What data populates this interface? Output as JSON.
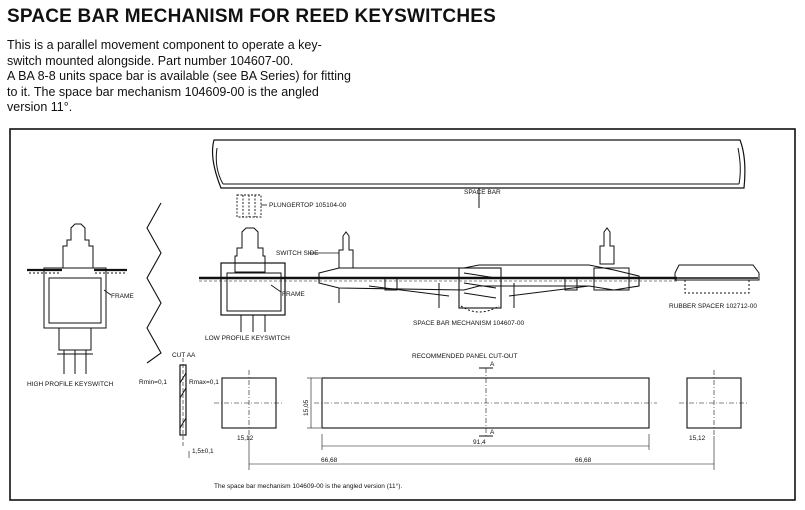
{
  "title": "SPACE BAR MECHANISM FOR REED KEYSWITCHES",
  "intro": {
    "line1": "This is a parallel movement component to operate a key-",
    "line2": "switch mounted alongside. Part number 104607-00.",
    "line3": "A BA 8-8 units space bar is available (see BA Series) for fitting",
    "line4": "to it. The space bar mechanism 104609-00 is the angled",
    "line5": "version 11°."
  },
  "drawing": {
    "space_bar": "SPACE BAR",
    "plungertop": "PLUNGERTOP 105104-00",
    "switch_side": "SWITCH SIDE",
    "frame_left": "FRAME",
    "frame_mid": "FRAME",
    "low_profile": "LOW PROFILE KEYSWITCH",
    "high_profile": "HIGH PROFILE KEYSWITCH",
    "mechanism": "SPACE BAR MECHANISM 104607-00",
    "rubber_spacer": "RUBBER SPACER 102712-00",
    "cut_aa": "CUT AA",
    "rmin": "Rmin=0,1",
    "rmax": "Rmax=0,1",
    "panel_cutout": "RECOMMENDED PANEL CUT-OUT",
    "section_a_top": "A",
    "section_a_bottom": "A",
    "dim_thickness": "1,5±0,1",
    "dim_sq_left": "15,12",
    "dim_height": "15,05",
    "dim_length": "91,4",
    "dim_left_pitch": "66,68",
    "dim_right_pitch": "66,68",
    "dim_sq_right": "15,12",
    "footnote": "The space bar mechanism 104609-00 is the angled version (11°)."
  }
}
